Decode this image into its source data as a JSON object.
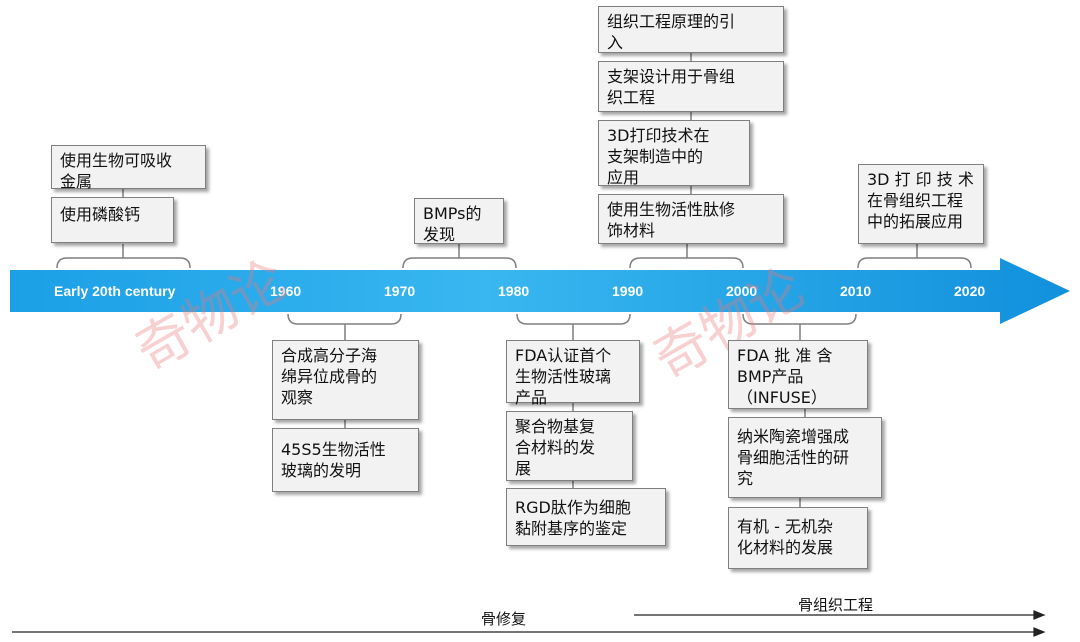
{
  "timeline": {
    "years": [
      "Early 20th century",
      "1960",
      "1970",
      "1980",
      "1990",
      "2000",
      "2010",
      "2020"
    ],
    "arrow_color": "#1aa3e8"
  },
  "events": {
    "early_1": "使用生物可吸收\n金属",
    "early_2": "使用磷酸钙",
    "s1970_1": "BMPs的\n发现",
    "s1990_1": "组织工程原理的引\n入",
    "s1990_2": "支架设计用于骨组\n织工程",
    "s1990_3": "3D打印技术在\n支架制造中的\n应用",
    "s1990_4": "使用生物活性肽修\n饰材料",
    "s2010_1": "3D 打 印 技 术\n在骨组织工程\n中的拓展应用",
    "b1960_1": "合成高分子海\n绵异位成骨的\n观察",
    "b1960_2": "45S5生物活性\n玻璃的发明",
    "b1980_1": "FDA认证首个\n生物活性玻璃\n产品",
    "b1980_2": "聚合物基复\n合材料的发\n展",
    "b1980_3": "RGD肽作为细胞\n黏附基序的鉴定",
    "b2000_1": "FDA 批 准 含\nBMP产品\n（INFUSE）",
    "b2000_2": "纳米陶瓷增强成\n骨细胞活性的研\n究",
    "b2000_3": "有机 - 无机杂\n化材料的发展"
  },
  "eras": {
    "bone_repair": "骨修复",
    "bone_tissue_engineering": "骨组织工程"
  },
  "watermark": "奇物论"
}
